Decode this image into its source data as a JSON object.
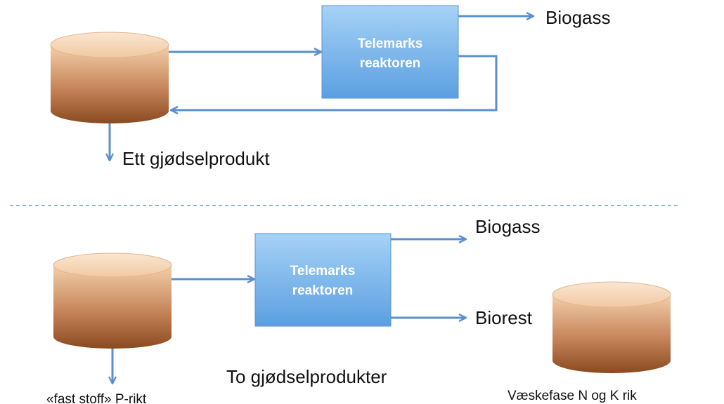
{
  "colors": {
    "flow_arrow": "#5b8fcf",
    "reactor_fill_top": "#9ccbf3",
    "reactor_fill_bottom": "#5a9fe0",
    "tank_top": "#f3d0ab",
    "tank_bottom": "#8a4a20",
    "divider": "#6a9bd1"
  },
  "scenario_one": {
    "reactor_line1": "Telemarks",
    "reactor_line2": "reaktoren",
    "gas_output": "Biogass",
    "fertilizer_output": "Ett gjødselprodukt"
  },
  "scenario_two": {
    "reactor_line1": "Telemarks",
    "reactor_line2": "reaktoren",
    "gas_output": "Biogass",
    "residue_output": "Biorest",
    "fertilizer_heading": "To gjødselprodukter",
    "solid_fraction": "«fast stoff» P-rikt",
    "liquid_fraction": "Væskefase N og K rik"
  }
}
